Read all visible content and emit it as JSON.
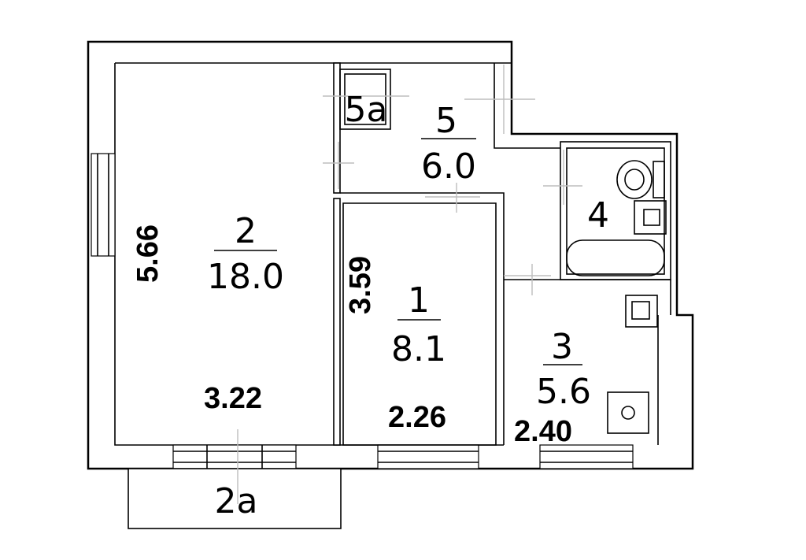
{
  "rooms": [
    {
      "id": "1",
      "number": "1",
      "area": "8.1"
    },
    {
      "id": "2",
      "number": "2",
      "area": "18.0"
    },
    {
      "id": "3",
      "number": "3",
      "area": "5.6"
    },
    {
      "id": "4",
      "number": "4"
    },
    {
      "id": "5",
      "number": "5",
      "area": "6.0"
    },
    {
      "id": "5a",
      "number": "5a"
    },
    {
      "id": "2a",
      "number": "2a"
    }
  ],
  "dimensions": {
    "room2_height": "5.66",
    "room2_width": "3.22",
    "room1_height": "3.59",
    "room1_width": "2.26",
    "room3_width": "2.40"
  }
}
